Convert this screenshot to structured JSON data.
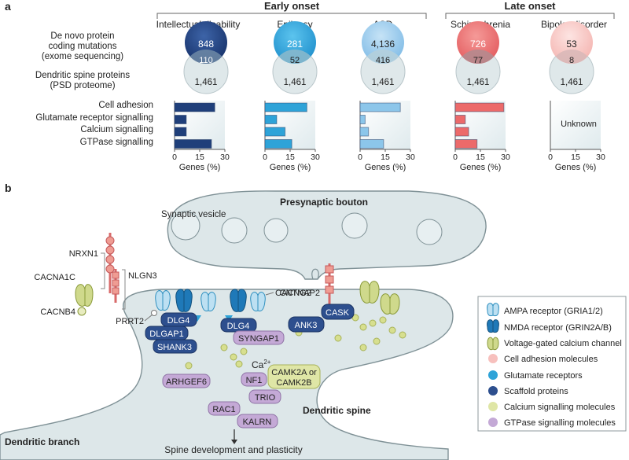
{
  "panel_a": {
    "label": "a",
    "group_early": "Early onset",
    "group_late": "Late onset",
    "row_labels": {
      "denovo": [
        "De novo protein",
        "coding mutations",
        "(exome sequencing)"
      ],
      "spine": [
        "Dendritic spine proteins",
        "(PSD proteome)"
      ]
    },
    "categories": [
      "Cell adhesion",
      "Glutamate receptor signalling",
      "Calcium signalling",
      "GTPase signalling"
    ],
    "disorders": [
      {
        "name": "Intellectual disability",
        "mutations": "848",
        "overlap": "110",
        "spine": "1,461",
        "color": "#1f3f7a",
        "values": [
          24,
          7,
          7,
          22
        ]
      },
      {
        "name": "Epilepsy",
        "mutations": "281",
        "overlap": "52",
        "spine": "1,461",
        "color": "#2ea3d8",
        "values": [
          25,
          7,
          12,
          16
        ]
      },
      {
        "name": "ASD",
        "mutations": "4,136",
        "overlap": "416",
        "spine": "1,461",
        "color": "#8cc6ea",
        "values": [
          24,
          3,
          5,
          14
        ]
      },
      {
        "name": "Schizophrenia",
        "mutations": "726",
        "overlap": "77",
        "spine": "1,461",
        "color": "#ec6a6a",
        "values": [
          29,
          6,
          8,
          13
        ]
      },
      {
        "name": "Bipolar disorder",
        "mutations": "53",
        "overlap": "8",
        "spine": "1,461",
        "color": "#f7c0bd",
        "values": null,
        "unknown_label": "Unknown"
      }
    ],
    "x_ticks": [
      "0",
      "15",
      "30"
    ],
    "x_label": "Genes (%)"
  },
  "chart_data": {
    "type": "bar",
    "categories": [
      "Cell adhesion",
      "Glutamate receptor signalling",
      "Calcium signalling",
      "GTPase signalling"
    ],
    "xlabel": "Genes (%)",
    "xlim": [
      0,
      30
    ],
    "series": [
      {
        "name": "Intellectual disability",
        "values": [
          24,
          7,
          7,
          22
        ]
      },
      {
        "name": "Epilepsy",
        "values": [
          25,
          7,
          12,
          16
        ]
      },
      {
        "name": "ASD",
        "values": [
          24,
          3,
          5,
          14
        ]
      },
      {
        "name": "Schizophrenia",
        "values": [
          29,
          6,
          8,
          13
        ]
      },
      {
        "name": "Bipolar disorder",
        "values": [
          null,
          null,
          null,
          null
        ]
      }
    ]
  },
  "panel_b": {
    "label": "b",
    "presynaptic": "Presynaptic bouton",
    "vesicle": "Synaptic vesicle",
    "dendritic_spine": "Dendritic spine",
    "dendritic_branch": "Dendritic branch",
    "outcome": "Spine development and plasticity",
    "calcium": "Ca",
    "calcium_sup": "2+",
    "labels": {
      "nrxn1": "NRXN1",
      "nlgn3": "NLGN3",
      "cacna1c": "CACNA1C",
      "cacnb4": "CACNB4",
      "prrt2": "PRRT2",
      "cacng2": "CACNG2",
      "cntnap2": "CNTNAP2"
    },
    "proteins": {
      "dlg4_a": "DLG4",
      "dlgap1": "DLGAP1",
      "shank3": "SHANK3",
      "dlg4_b": "DLG4",
      "syngap1": "SYNGAP1",
      "ank3": "ANK3",
      "cask": "CASK",
      "arhgef6": "ARHGEF6",
      "nf1": "NF1",
      "camk": [
        "CAMK2A or",
        "CAMK2B"
      ],
      "trio": "TRIO",
      "rac1": "RAC1",
      "kalrn": "KALRN"
    }
  },
  "legend": [
    {
      "icon": "ampa-receptor-icon",
      "label": "AMPA receptor (GRIA1/2)"
    },
    {
      "icon": "nmda-receptor-icon",
      "label": "NMDA receptor (GRIN2A/B)"
    },
    {
      "icon": "calcium-channel-icon",
      "label": "Voltage-gated calcium channel"
    },
    {
      "icon": "dot",
      "color": "#f7c0bd",
      "label": "Cell adhesion molecules"
    },
    {
      "icon": "dot",
      "color": "#2ea3d8",
      "label": "Glutamate receptors"
    },
    {
      "icon": "dot",
      "color": "#2d4f8e",
      "label": "Scaffold proteins"
    },
    {
      "icon": "dot",
      "color": "#dfe6a6",
      "label": "Calcium signalling molecules"
    },
    {
      "icon": "dot",
      "color": "#c4a9d6",
      "label": "GTPase signalling molecules"
    }
  ]
}
